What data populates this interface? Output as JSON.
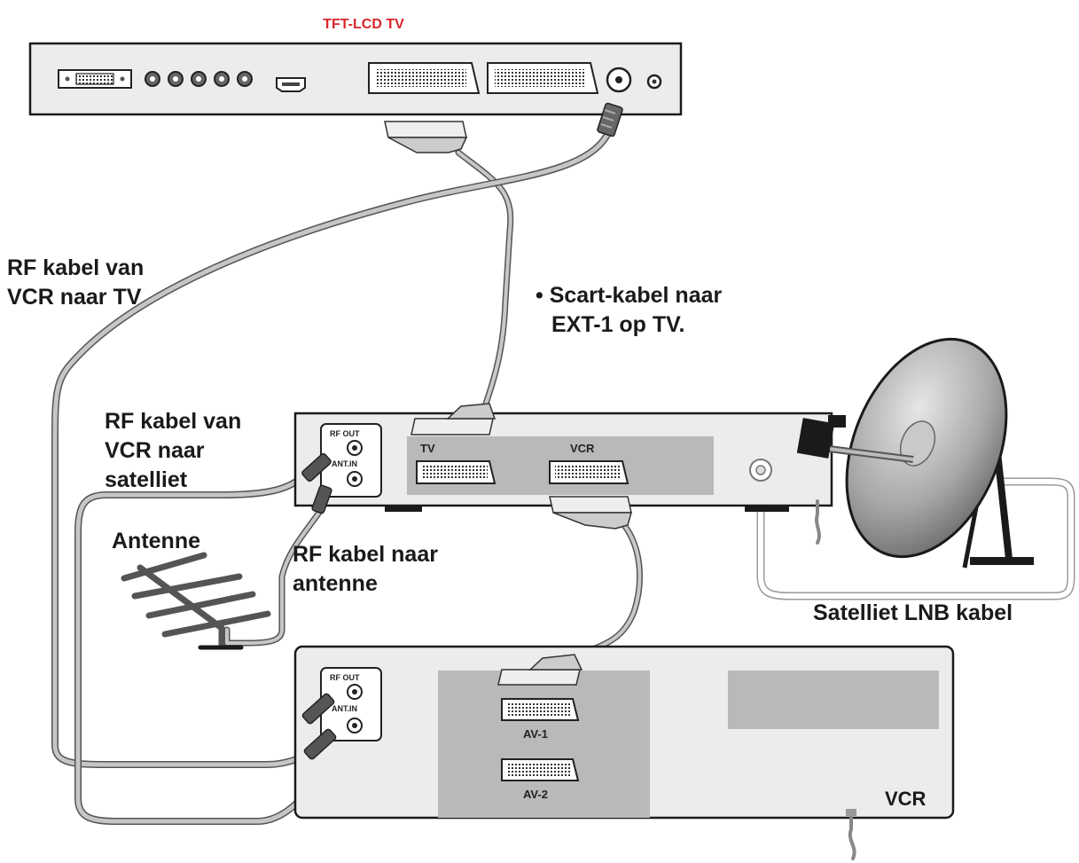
{
  "colors": {
    "title_red": "#d9262b",
    "device_fill": "#ececec",
    "panel_fill": "#b9b9b9",
    "cable": "#c4c4c4",
    "outline": "#1a1a1a"
  },
  "tv": {
    "title": "TFT-LCD TV"
  },
  "satellite": {
    "rf_out": "RF OUT",
    "ant_in": "ANT.IN",
    "scart_tv": "TV",
    "scart_vcr": "VCR"
  },
  "vcr": {
    "name": "VCR",
    "rf_out": "RF OUT",
    "ant_in": "ANT.IN",
    "av1": "AV-1",
    "av2": "AV-2"
  },
  "labels": {
    "rf_vcr_tv": [
      "RF kabel van",
      "VCR naar TV"
    ],
    "scart": [
      "• Scart-kabel naar",
      "EXT-1 op TV."
    ],
    "rf_vcr_sat": [
      "RF kabel van",
      "VCR naar",
      "satelliet"
    ],
    "antenne": "Antenne",
    "rf_antenne": [
      "RF kabel naar",
      "antenne"
    ],
    "lnb": "Satelliet LNB kabel"
  },
  "icons": [
    "vga-port-icon",
    "rca-jack-icon",
    "hdmi-port-icon",
    "scart-connector-icon",
    "coax-connector-icon",
    "antenna-icon",
    "satellite-dish-icon",
    "power-cord-icon"
  ]
}
